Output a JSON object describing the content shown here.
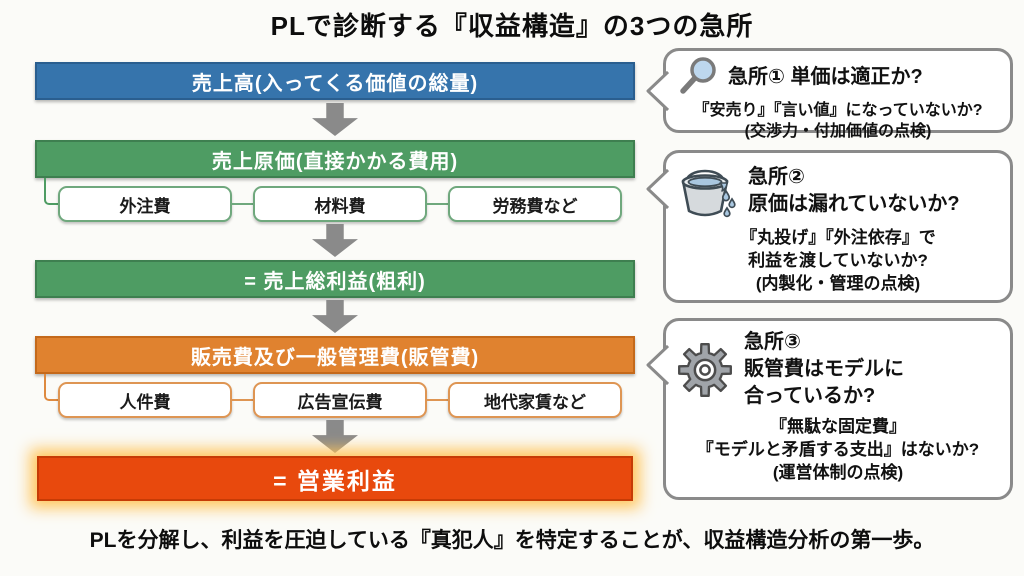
{
  "title": "PLで診断する『収益構造』の3つの急所",
  "flow": {
    "sales_label": "売上高(入ってくる価値の総量)",
    "cogs_label": "売上原価(直接かかる費用)",
    "cogs_items": [
      "外注費",
      "材料費",
      "労務費など"
    ],
    "gross_label": "= 売上総利益(粗利)",
    "sga_label": "販売費及び一般管理費(販管費)",
    "sga_items": [
      "人件費",
      "広告宣伝費",
      "地代家賃など"
    ],
    "operating_label": "= 営業利益"
  },
  "callouts": [
    {
      "icon": "magnifier-icon",
      "heading": [
        "急所① 単価は適正か?"
      ],
      "body": [
        "『安売り』『言い値』になっていないか?",
        "(交渉力・付加価値の点検)"
      ]
    },
    {
      "icon": "bucket-icon",
      "heading": [
        "急所②",
        "原価は漏れていないか?"
      ],
      "body": [
        "『丸投げ』『外注依存』で",
        "利益を渡していないか?",
        "(内製化・管理の点検)"
      ]
    },
    {
      "icon": "gear-icon",
      "heading": [
        "急所③",
        "販管費はモデルに",
        "合っているか?"
      ],
      "body": [
        "『無駄な固定費』",
        "『モデルと矛盾する支出』はないか?",
        "(運営体制の点検)"
      ]
    }
  ],
  "footer": "PLを分解し、利益を圧迫している『真犯人』を特定することが、収益構造分析の第一歩。",
  "colors": {
    "sales_blue": "#3674AC",
    "cost_green": "#4E9C63",
    "sga_orange": "#E0822F",
    "operating_red": "#E8490D",
    "operating_glow": "#FFC457",
    "arrow_gray": "#8A8A8A",
    "callout_border": "#8A8A8A",
    "magnifier_lens": "#BDD7EE",
    "water_blue": "#A9C7E0",
    "gear_gray": "#A0A4A9"
  }
}
